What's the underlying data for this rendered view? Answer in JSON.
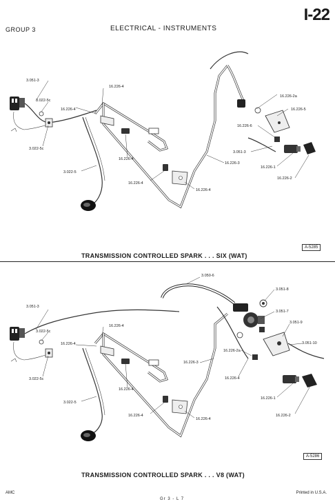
{
  "header": {
    "group": "GROUP 3",
    "section": "ELECTRICAL - INSTRUMENTS",
    "page_number": "I-22"
  },
  "diagram_top": {
    "caption": "TRANSMISSION CONTROLLED SPARK . . . SIX (WAT)",
    "ref": "A-5285",
    "labels": [
      "3.051-3",
      "3.022-5c",
      "16.226-4",
      "16.226-4",
      "3.022-5c",
      "3.022-5",
      "16.226-4",
      "16.226-4",
      "16.226-2a",
      "16.226-5",
      "16.226-6",
      "3.051-3",
      "16.226-3",
      "16.226-1",
      "16.226-2",
      "16.226-4"
    ]
  },
  "diagram_bottom": {
    "caption": "TRANSMISSION CONTROLLED SPARK . . . V8 (WAT)",
    "ref": "A-5286",
    "labels": [
      "3.050-6",
      "3.051-8",
      "3.051-3",
      "3.051-7",
      "3.051-9",
      "3.022-5c",
      "16.226-4",
      "3.051-10",
      "16.226-4",
      "16.226-2a",
      "3.022-5c",
      "16.226-3",
      "16.226-4",
      "16.226-4",
      "3.022-5",
      "16.226-1",
      "16.226-4",
      "16.226-4",
      "16.226-2"
    ]
  },
  "footer": {
    "left": "AMC",
    "center": "Gr 3 - L 7",
    "right": "Printed in U.S.A."
  }
}
